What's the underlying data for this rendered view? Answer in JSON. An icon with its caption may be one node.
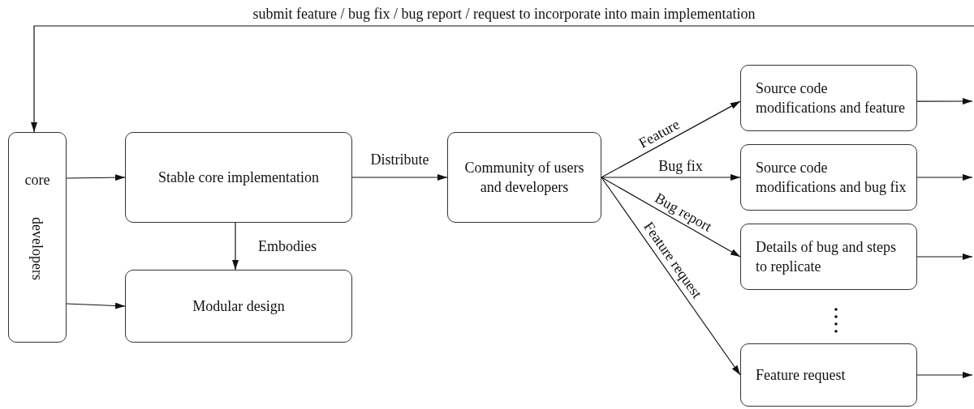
{
  "diagram": {
    "nodes": [
      {
        "text": [
          "core",
          "developers"
        ]
      },
      {
        "text": [
          "Stable core implementation"
        ]
      },
      {
        "text": [
          "Modular design"
        ]
      },
      {
        "text": [
          "Community of users and developers"
        ]
      },
      {
        "text": [
          "Source code modifications and feature"
        ]
      },
      {
        "text": [
          "Source code modifications and bug fix"
        ]
      },
      {
        "text": [
          "Details of bug and steps to replicate"
        ]
      },
      {
        "text": [
          "Feature request"
        ]
      }
    ],
    "edges": [
      {
        "from": 0,
        "to": 1,
        "arrow": "to"
      },
      {
        "from": 0,
        "to": 2,
        "arrow": "to"
      },
      {
        "from": 1,
        "to": 2,
        "arrow": "to",
        "label": "Embodies"
      },
      {
        "from": 1,
        "to": 3,
        "arrow": "to",
        "label": "Distribute"
      },
      {
        "from": 3,
        "to": 4,
        "arrow": "to",
        "label": "Feature"
      },
      {
        "from": 3,
        "to": 5,
        "arrow": "to",
        "label": "Bug fix"
      },
      {
        "from": 3,
        "to": 6,
        "arrow": "to",
        "label": "Bug report"
      },
      {
        "from": 3,
        "to": 7,
        "arrow": "to",
        "label": "Feature request"
      },
      {
        "from": 4,
        "to": null,
        "arrow": "to"
      },
      {
        "from": 5,
        "to": null,
        "arrow": "to"
      },
      {
        "from": 6,
        "to": null,
        "arrow": "to"
      },
      {
        "from": 7,
        "to": null,
        "arrow": "to"
      },
      {
        "from": null,
        "to": 0,
        "arrow": "to",
        "label": "submit feature / bug fix / bug report / request to incorporate into main implementation"
      }
    ]
  }
}
